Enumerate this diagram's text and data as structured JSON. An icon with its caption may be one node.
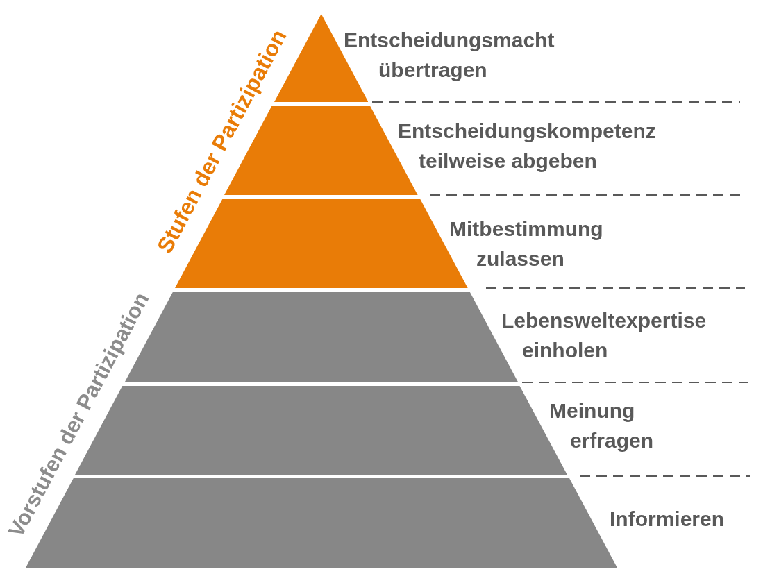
{
  "diagram": {
    "nodes": [
      {
        "text": [],
        "shape": "triangle",
        "beside": [
          "Entscheidungsmacht übertragen"
        ]
      },
      {
        "text": [],
        "shape": "trapezoid",
        "beside": [
          "Entscheidungskompetenz teilweise abgeben"
        ]
      },
      {
        "text": [],
        "shape": "trapezoid",
        "beside": [
          "Mitbestimmung zulassen"
        ]
      },
      {
        "text": [],
        "shape": "trapezoid",
        "beside": [
          "Lebensweltexpertise einholen"
        ]
      },
      {
        "text": [],
        "shape": "trapezoid",
        "beside": [
          "Meinung erfragen"
        ]
      },
      {
        "text": [],
        "shape": "trapezoid",
        "beside": [
          "Informieren"
        ]
      }
    ],
    "labels": [
      "Stufen der Partizipation",
      "Vorstufen der Partizipation"
    ]
  }
}
